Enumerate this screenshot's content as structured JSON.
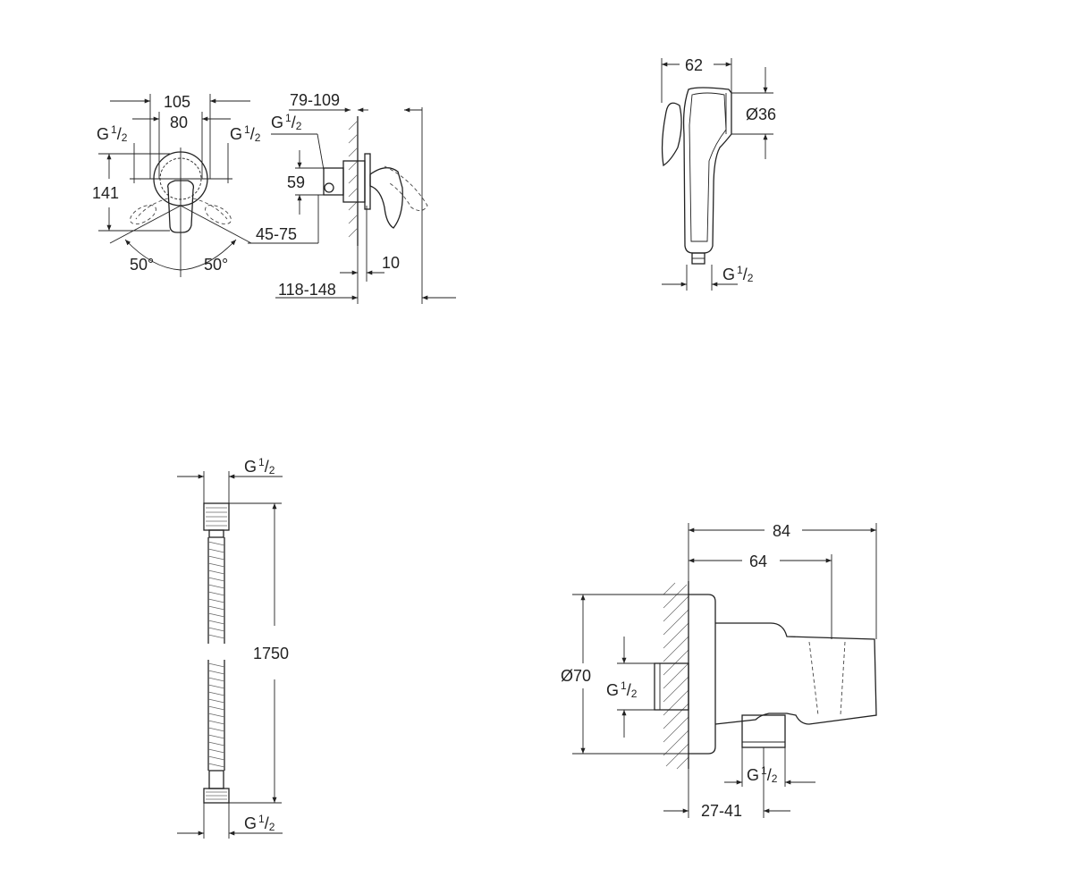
{
  "thread_label": "G",
  "thread_num": "1",
  "thread_den": "2",
  "mixer_front": {
    "dim_105": "105",
    "dim_80": "80",
    "dim_141": "141",
    "angle_left": "50°",
    "angle_right": "50°"
  },
  "mixer_side": {
    "dim_79_109": "79-109",
    "dim_59": "59",
    "dim_45_75": "45-75",
    "dim_10": "10",
    "dim_118_148": "118-148"
  },
  "hand_shower": {
    "dim_62": "62",
    "dim_36": "Ø36"
  },
  "hose": {
    "dim_1750": "1750"
  },
  "wall_outlet": {
    "dim_84": "84",
    "dim_64": "64",
    "dim_70": "Ø70",
    "dim_27_41": "27-41"
  }
}
